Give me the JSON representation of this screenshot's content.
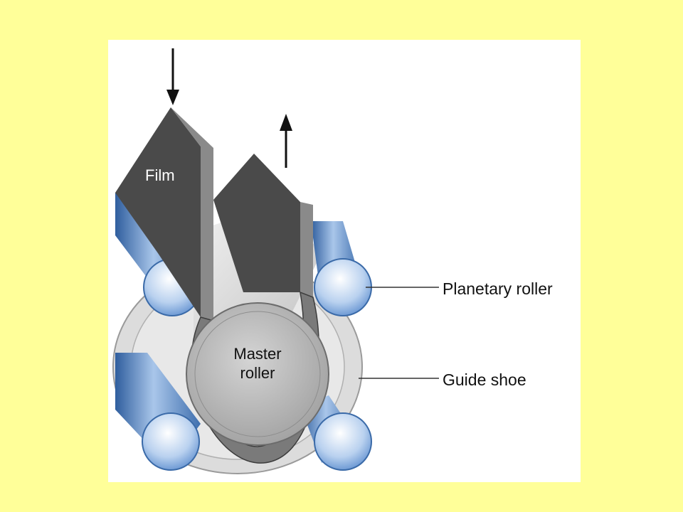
{
  "diagram": {
    "labels": {
      "film": "Film",
      "master_roller_line1": "Master",
      "master_roller_line2": "roller",
      "planetary_roller": "Planetary roller",
      "guide_shoe": "Guide shoe"
    },
    "colors": {
      "background": "#ffff99",
      "panel": "#ffffff",
      "film_face": "#4a4a4a",
      "film_edge": "#8a8a8a",
      "roller_blue": "#5b86c4",
      "roller_highlight": "#cfe0f4",
      "master_gray": "#b4b4b4"
    },
    "arrows": {
      "film_in": "down",
      "film_out": "up"
    }
  }
}
